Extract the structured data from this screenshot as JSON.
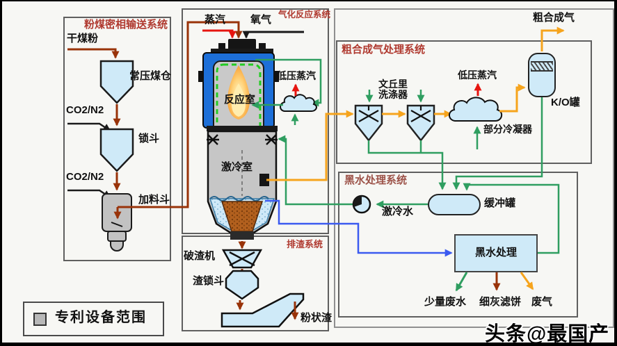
{
  "coal_system": {
    "title": "粉煤密相输送系统",
    "dry_coal": "干煤粉",
    "purge_gas": "CO2/N2",
    "bunker": "常压煤仓",
    "lock_hopper": "锁斗",
    "feed_hopper": "加料斗"
  },
  "gasification": {
    "title": "气化反应系统",
    "steam": "蒸汽",
    "oxygen": "氧气",
    "reaction_chamber": "反应室",
    "quench_chamber": "激冷室",
    "lp_steam": "低压蒸汽"
  },
  "slag_system": {
    "title": "排渣系统",
    "crusher": "破渣机",
    "slag_lock_hopper": "渣锁斗",
    "powder_slag": "粉状渣"
  },
  "syngas_system": {
    "title": "粗合成气处理系统",
    "venturi_line1": "文丘里",
    "venturi_line2": "洗涤器",
    "lp_steam": "低压蒸汽",
    "partial_condenser": "部分冷凝器",
    "ko_drum": "K/O罐",
    "raw_syngas": "粗合成气"
  },
  "black_water_system": {
    "title": "黑水处理系统",
    "quench_water": "激冷水",
    "buffer_tank": "缓冲罐",
    "treatment": "黑水处理",
    "wastewater": "少量废水",
    "filter_cake": "细灰滤饼",
    "off_gas": "废气"
  },
  "legend": {
    "patent_scope": "专利设备范围"
  },
  "watermark": "头条@最国产",
  "colors": {
    "coal_line": "#993309",
    "steam_line": "#e61510",
    "oxygen_line": "#1a1a1a",
    "syngas_line": "#f6a41d",
    "water_line": "#2f9e60",
    "black_water_line": "#3b5af0",
    "vessel_fill": "#cfeaf8",
    "jacket_blue": "#1d6fd8",
    "title_red": "#b03a30"
  }
}
